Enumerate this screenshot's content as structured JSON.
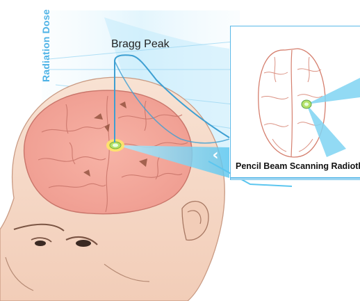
{
  "diagram": {
    "axis_label": "Radiation Dose",
    "bragg_peak_label": "Bragg Peak",
    "inset_caption": "Pencil Beam Scanning Radiotherapy",
    "chevron_icon": "chevron-left-icon"
  },
  "colors": {
    "accent_blue": "#4fb3e6",
    "brain_pink": "#f4a79a",
    "skin": "#f6dccb",
    "beam": "#7fd3f2",
    "target_green": "#b6e26a",
    "target_yellow": "#ffe866"
  }
}
